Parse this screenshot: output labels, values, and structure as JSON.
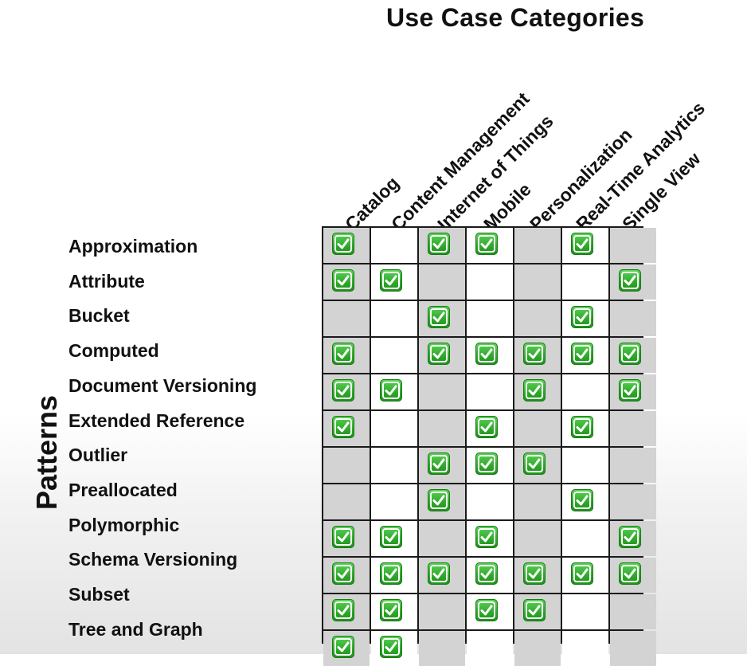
{
  "title": "Use Case Categories",
  "axis_label": "Patterns",
  "columns": [
    "Catalog",
    "Content Management",
    "Internet of Things",
    "Mobile",
    "Personalization",
    "Real-Time Analytics",
    "Single View"
  ],
  "column_shading": [
    true,
    false,
    true,
    false,
    true,
    false,
    true
  ],
  "icons": {
    "check": "check-mark-icon",
    "check_color": "#2ea82a"
  },
  "rows": [
    {
      "label": "Approximation",
      "checks": [
        1,
        0,
        1,
        1,
        0,
        1,
        0
      ]
    },
    {
      "label": "Attribute",
      "checks": [
        1,
        1,
        0,
        0,
        0,
        0,
        1
      ]
    },
    {
      "label": "Bucket",
      "checks": [
        0,
        0,
        1,
        0,
        0,
        1,
        0
      ]
    },
    {
      "label": "Computed",
      "checks": [
        1,
        0,
        1,
        1,
        1,
        1,
        1
      ]
    },
    {
      "label": "Document Versioning",
      "checks": [
        1,
        1,
        0,
        0,
        1,
        0,
        1
      ]
    },
    {
      "label": "Extended Reference",
      "checks": [
        1,
        0,
        0,
        1,
        0,
        1,
        0
      ]
    },
    {
      "label": "Outlier",
      "checks": [
        0,
        0,
        1,
        1,
        1,
        0,
        0
      ]
    },
    {
      "label": "Preallocated",
      "checks": [
        0,
        0,
        1,
        0,
        0,
        1,
        0
      ]
    },
    {
      "label": "Polymorphic",
      "checks": [
        1,
        1,
        0,
        1,
        0,
        0,
        1
      ]
    },
    {
      "label": "Schema Versioning",
      "checks": [
        1,
        1,
        1,
        1,
        1,
        1,
        1
      ]
    },
    {
      "label": "Subset",
      "checks": [
        1,
        1,
        0,
        1,
        1,
        0,
        0
      ]
    },
    {
      "label": "Tree and Graph",
      "checks": [
        1,
        1,
        0,
        0,
        0,
        0,
        0
      ]
    }
  ]
}
